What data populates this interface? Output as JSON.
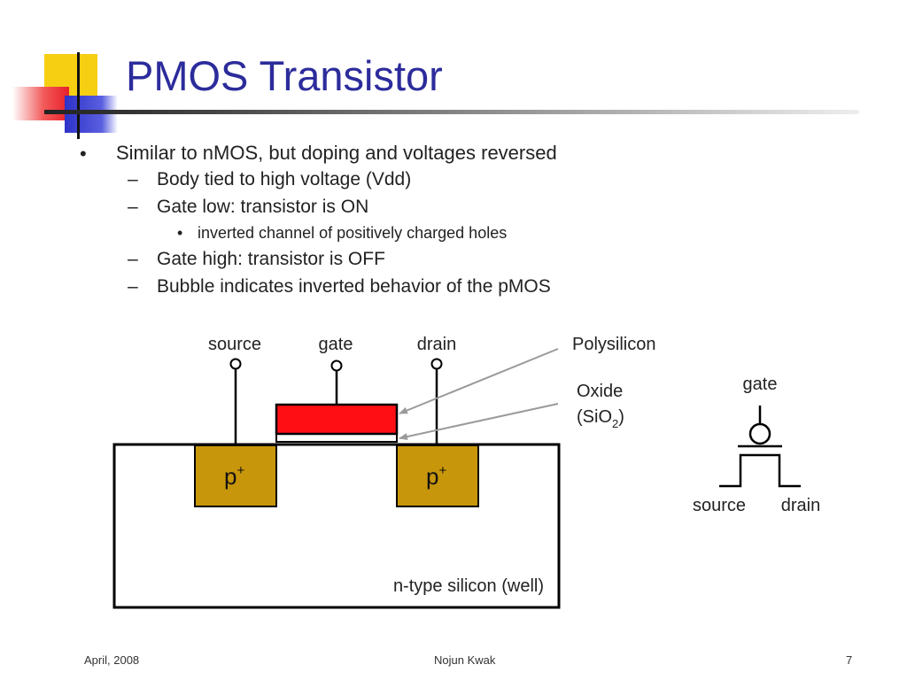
{
  "slide": {
    "title": "PMOS Transistor",
    "bullets": [
      {
        "level": 1,
        "text": "Similar to nMOS, but doping and voltages reversed"
      },
      {
        "level": 2,
        "text": "Body tied to high voltage (Vdd)"
      },
      {
        "level": 2,
        "text": "Gate low: transistor is ON"
      },
      {
        "level": 3,
        "text": "inverted channel of positively charged holes"
      },
      {
        "level": 2,
        "text": "Gate high: transistor is OFF"
      },
      {
        "level": 2,
        "text": "Bubble indicates inverted behavior of the pMOS"
      }
    ]
  },
  "cross_section": {
    "terminals": {
      "source": "source",
      "gate": "gate",
      "drain": "drain"
    },
    "polysilicon_label": "Polysilicon",
    "oxide_label_line1": "Oxide",
    "oxide_label_line2_prefix": "(SiO",
    "oxide_label_subscript": "2",
    "oxide_label_line2_suffix": ")",
    "diffusion_label": "p",
    "diffusion_superscript": "+",
    "substrate_label": "n-type silicon (well)",
    "colors": {
      "polysilicon": "#ff0f14",
      "diffusion": "#c8960a"
    }
  },
  "symbol": {
    "gate": "gate",
    "source": "source",
    "drain": "drain"
  },
  "footer": {
    "date": "April, 2008",
    "author": "Nojun Kwak",
    "page": "7"
  }
}
